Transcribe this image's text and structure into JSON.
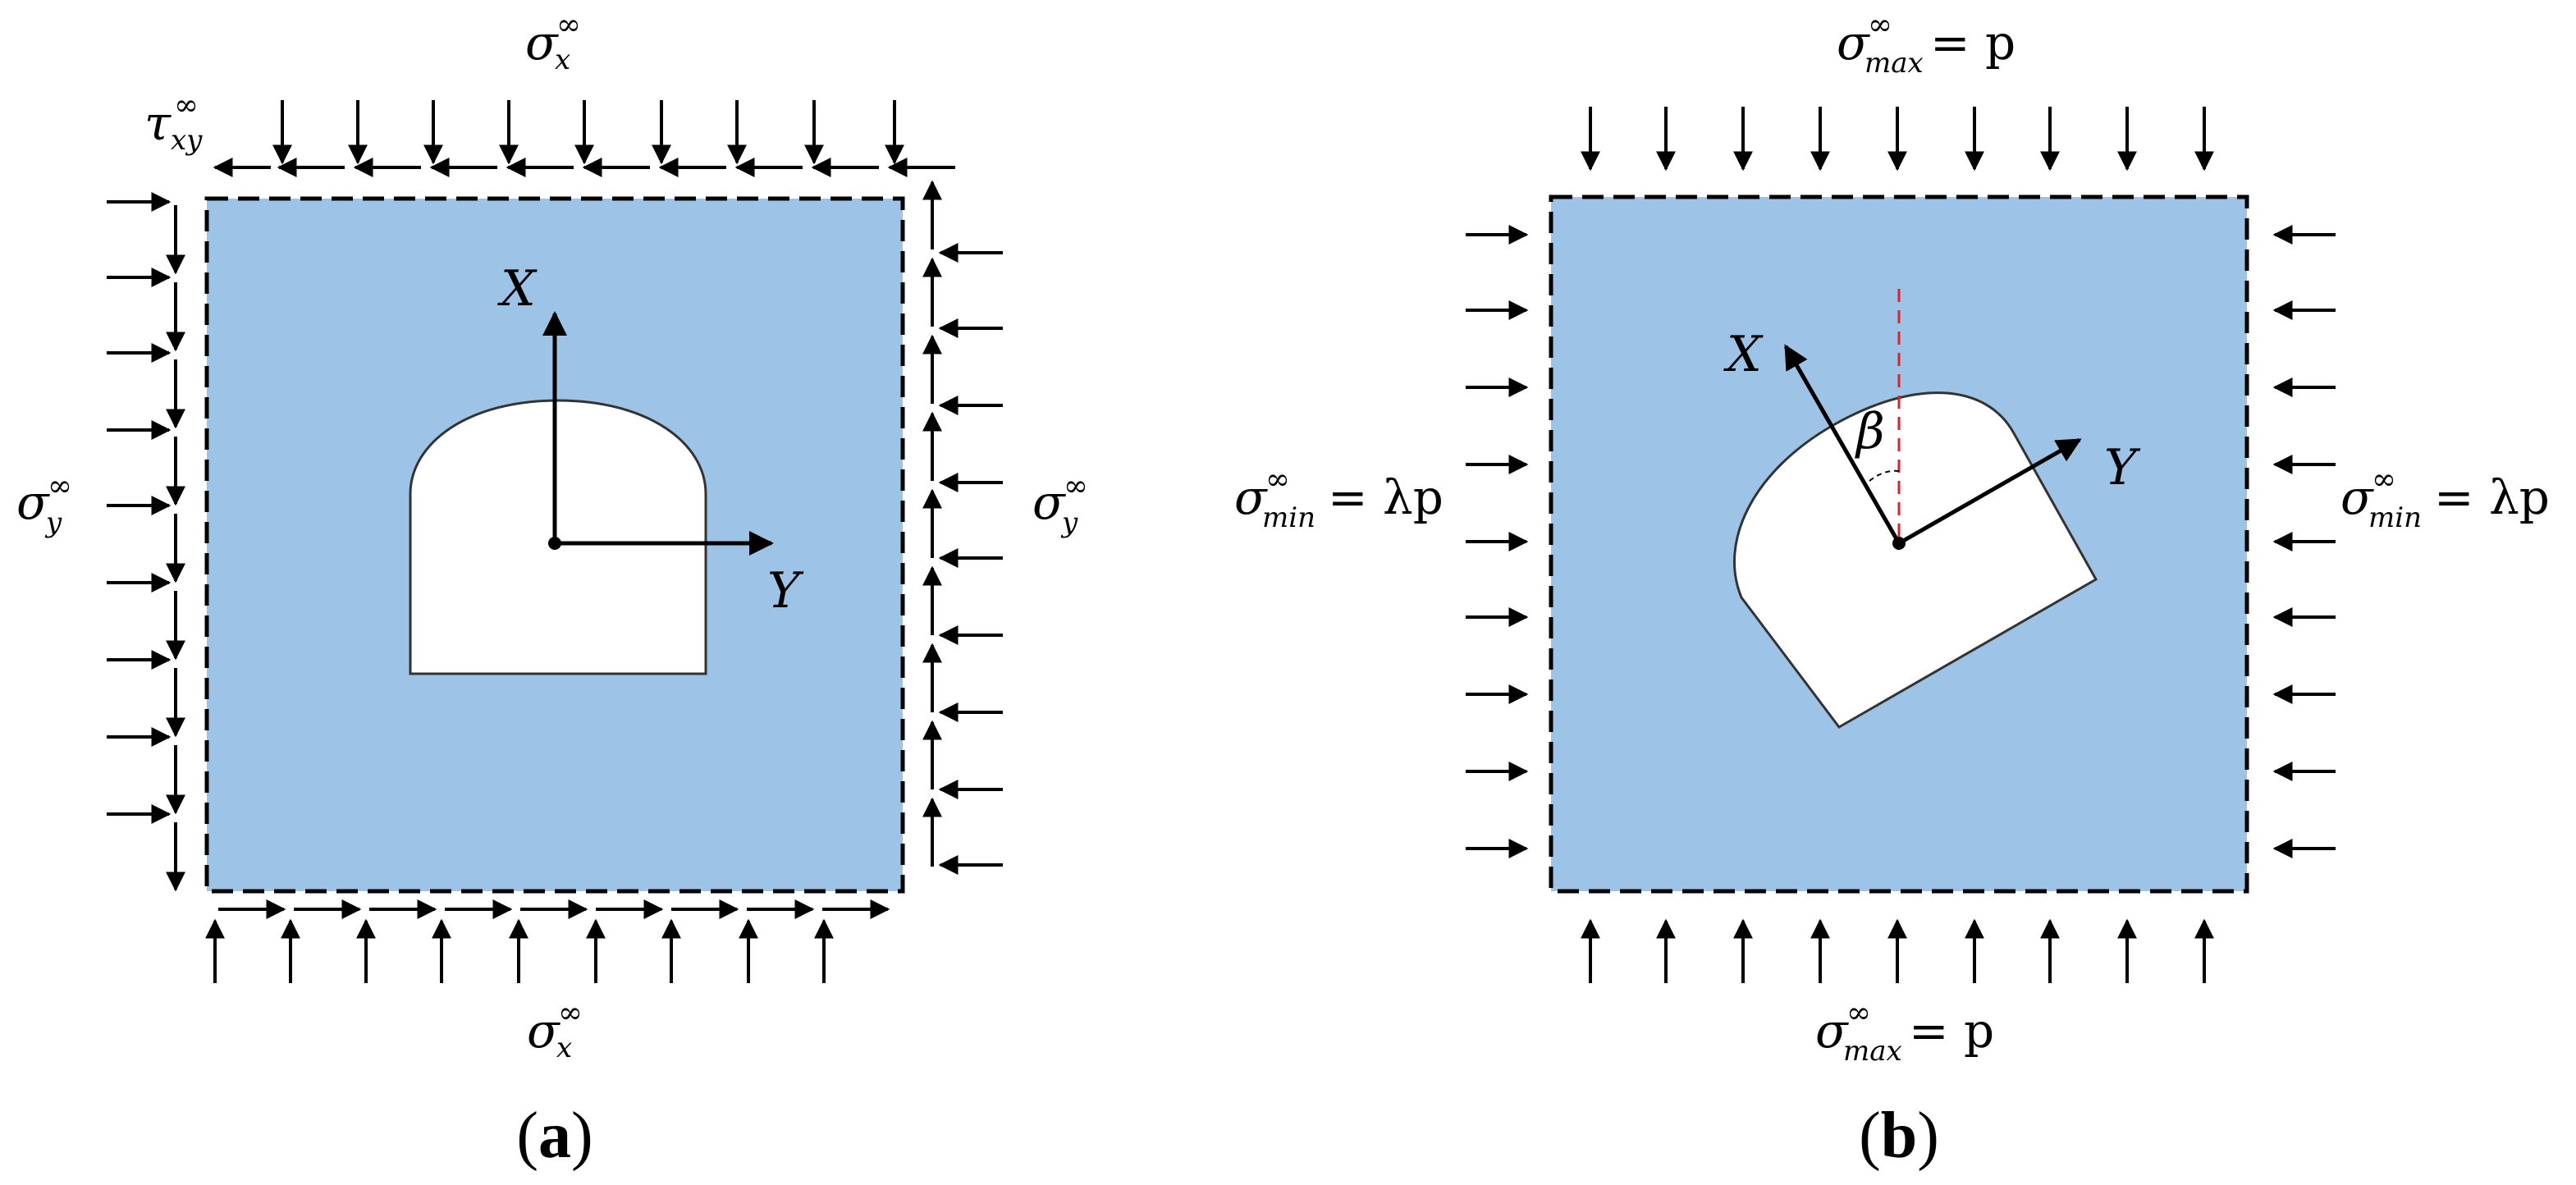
{
  "panel_a": {
    "caption_letter": "a",
    "top_label": {
      "symbol": "σ",
      "sub": "x",
      "sup": "∞"
    },
    "bottom_label": {
      "symbol": "σ",
      "sub": "x",
      "sup": "∞"
    },
    "left_label": {
      "symbol": "σ",
      "sub": "y",
      "sup": "∞"
    },
    "right_label": {
      "symbol": "σ",
      "sub": "y",
      "sup": "∞"
    },
    "shear_label": {
      "symbol": "τ",
      "sub": "xy",
      "sup": "∞"
    },
    "axis_x": "X",
    "axis_y": "Y"
  },
  "panel_b": {
    "caption_letter": "b",
    "top_label": {
      "symbol": "σ",
      "sub": "max",
      "sup": "∞",
      "rhs": "= p"
    },
    "bottom_label": {
      "symbol": "σ",
      "sub": "max",
      "sup": "∞",
      "rhs": "= p"
    },
    "left_label": {
      "symbol": "σ",
      "sub": "min",
      "sup": "∞",
      "rhs": "= λp"
    },
    "right_label": {
      "symbol": "σ",
      "sub": "min",
      "sup": "∞",
      "rhs": "= λp"
    },
    "axis_x": "X",
    "axis_y": "Y",
    "angle_label": "β"
  },
  "colors": {
    "plate_fill": "#9dc3e6",
    "opening_fill": "#ffffff",
    "line": "#000000",
    "reference_dash": "#e0202a"
  }
}
